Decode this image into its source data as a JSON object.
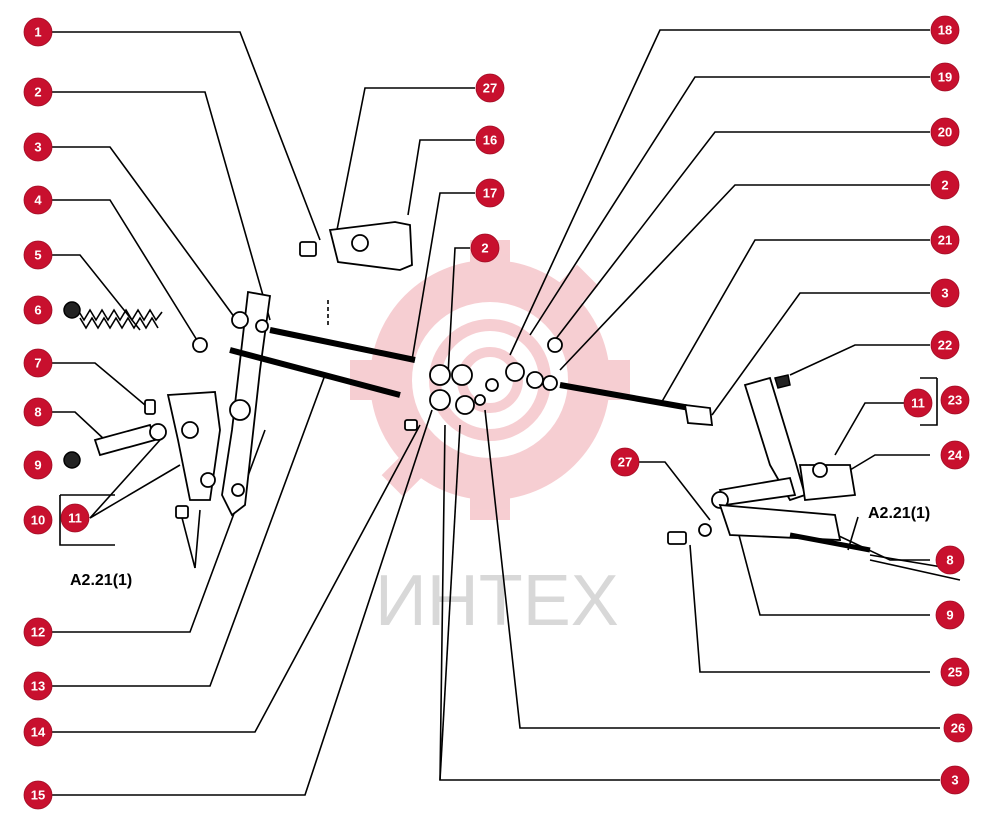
{
  "diagram": {
    "callouts": [
      "1",
      "2",
      "3",
      "4",
      "5",
      "6",
      "7",
      "8",
      "9",
      "10",
      "11",
      "12",
      "13",
      "14",
      "15",
      "27",
      "16",
      "17",
      "2",
      "18",
      "19",
      "20",
      "2",
      "21",
      "3",
      "22",
      "11",
      "23",
      "24",
      "27",
      "8",
      "9",
      "25",
      "26",
      "3"
    ],
    "references": [
      "A2.21(1)",
      "A2.21(1)"
    ],
    "watermark": {
      "text": "ИНТЕХ",
      "color": "#e8747f"
    },
    "colors": {
      "badge": "#c8102e",
      "line": "#000000"
    }
  }
}
